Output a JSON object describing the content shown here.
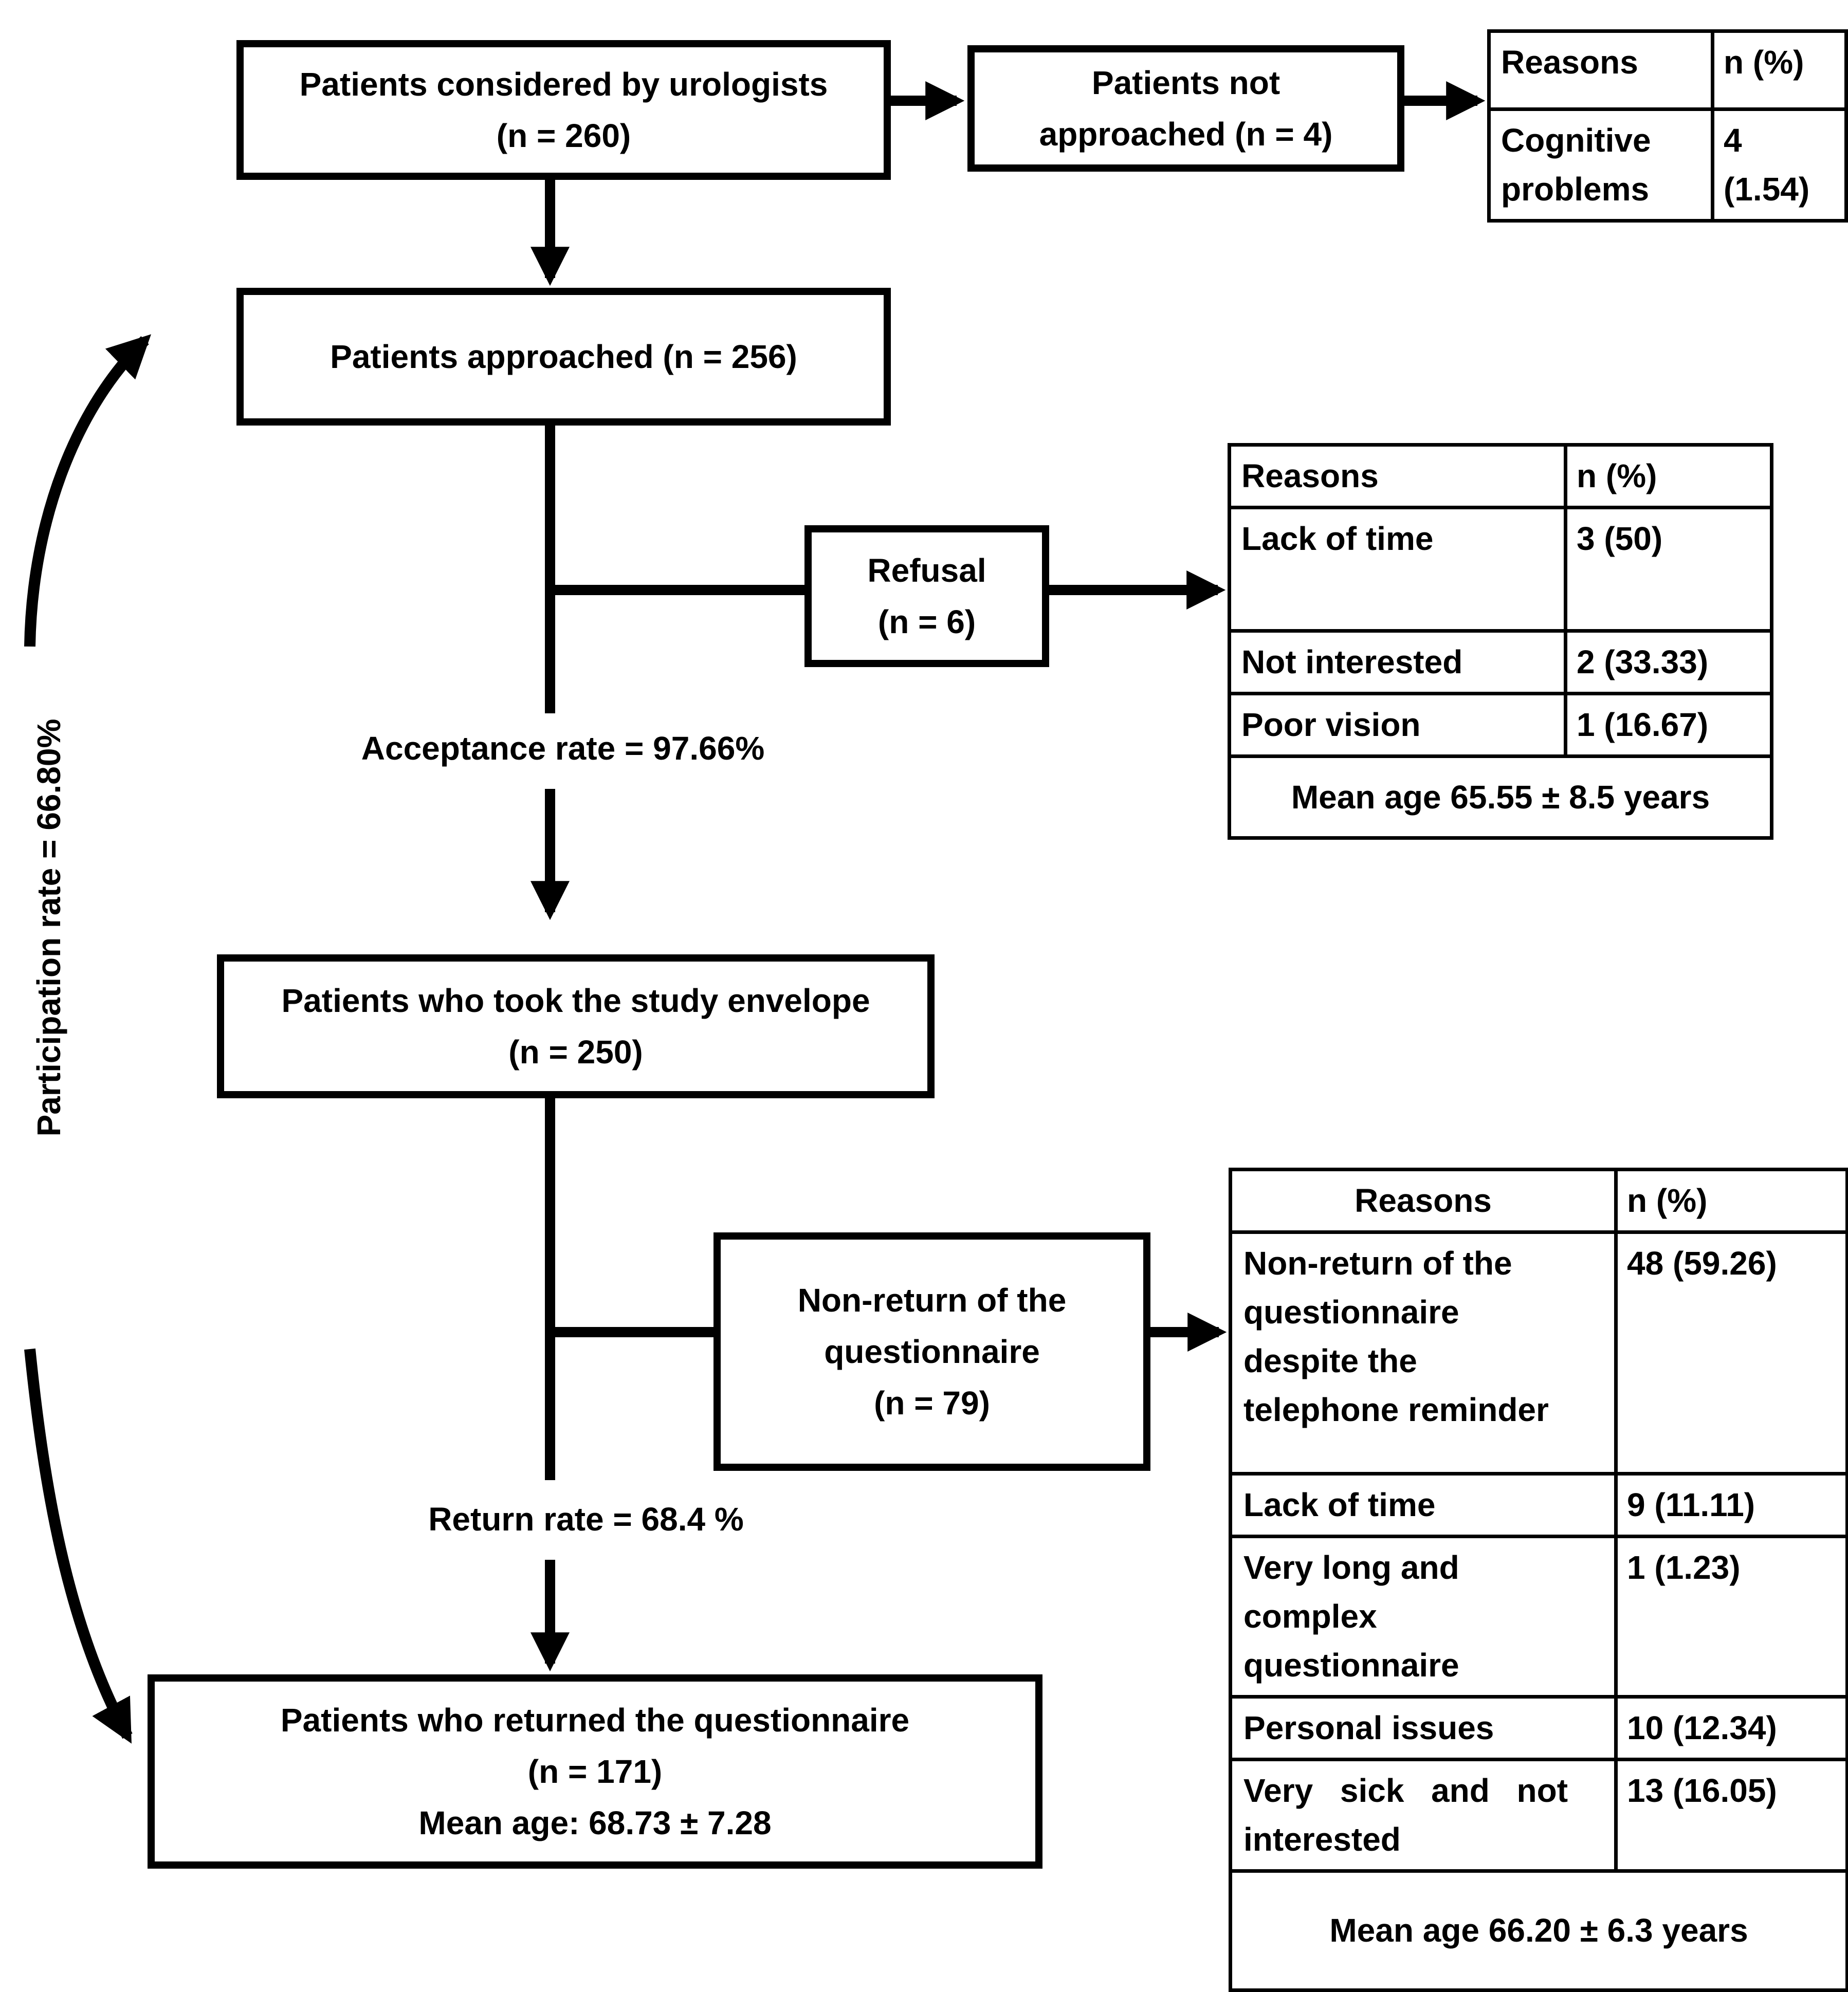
{
  "flow": {
    "box_considered": {
      "line1": "Patients considered by urologists",
      "line2": "(n = 260)"
    },
    "box_not_approached": {
      "line1": "Patients not",
      "line2": "approached (n = 4)"
    },
    "box_approached": {
      "line1": "Patients approached (n = 256)"
    },
    "box_refusal": {
      "line1": "Refusal",
      "line2": "(n = 6)"
    },
    "box_envelope": {
      "line1": "Patients who took the study envelope",
      "line2": "(n = 250)"
    },
    "box_nonreturn": {
      "line1": "Non-return of the",
      "line2": "questionnaire",
      "line3": "(n = 79)"
    },
    "box_returned": {
      "line1": "Patients who returned the questionnaire",
      "line2": "(n = 171)",
      "line3": "Mean age: 68.73 ± 7.28"
    },
    "label_acceptance": "Acceptance rate = 97.66%",
    "label_return": "Return rate = 68.4 %",
    "label_participation": "Participation rate = 66.80%"
  },
  "table_not_approached": {
    "headers": [
      "Reasons",
      "n (%)"
    ],
    "rows": [
      [
        "Cognitive problems",
        "4 (1.54)"
      ]
    ]
  },
  "table_refusal": {
    "headers": [
      "Reasons",
      "n (%)"
    ],
    "rows": [
      [
        "Lack of time",
        "3 (50)"
      ],
      [
        "Not interested",
        "2 (33.33)"
      ],
      [
        "Poor vision",
        "1 (16.67)"
      ]
    ],
    "footer": {
      "line1": "Mean age",
      "line2": "65.55 ± 8.5 years"
    }
  },
  "table_nonreturn": {
    "headers": [
      "Reasons",
      "n (%)"
    ],
    "rows": [
      [
        "Non-return of the questionnaire despite the telephone reminder",
        "48 (59.26)"
      ],
      [
        "Lack of time",
        "9 (11.11)"
      ],
      [
        "Very long and complex questionnaire",
        "1 (1.23)"
      ],
      [
        "Personal issues",
        "10 (12.34)"
      ],
      [
        "Very sick and not interested",
        "13 (16.05)"
      ]
    ],
    "footer": {
      "line1": "Mean age",
      "line2": "66.20 ± 6.3 years"
    }
  }
}
